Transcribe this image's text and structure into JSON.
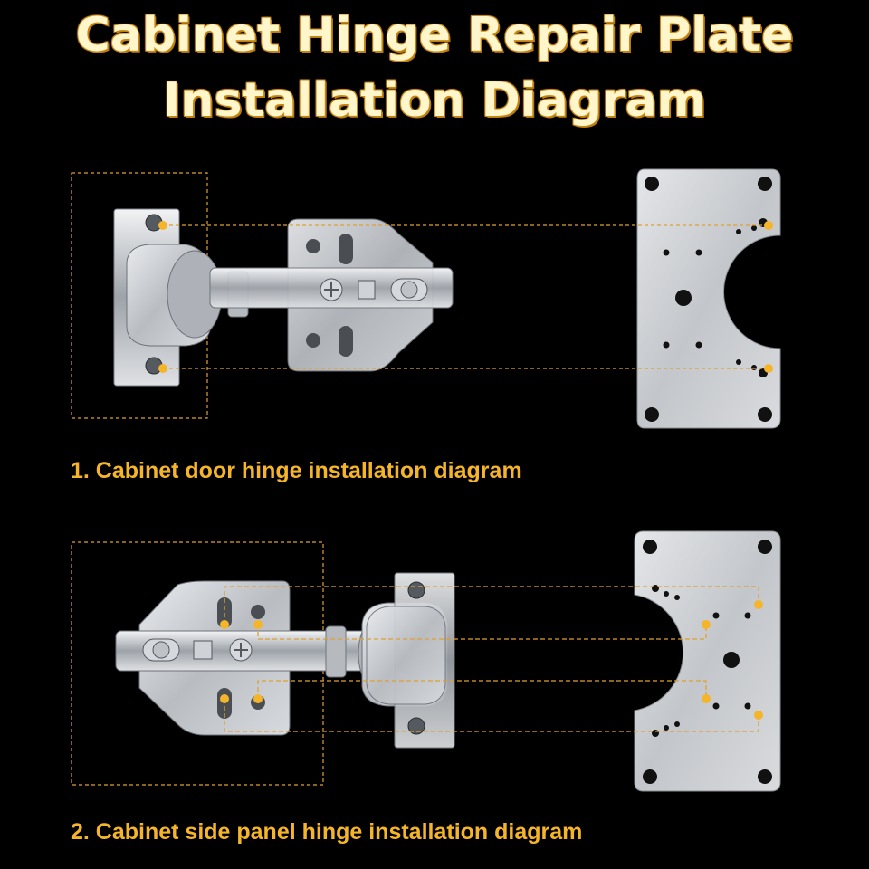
{
  "title": {
    "line1": "Cabinet Hinge Repair Plate",
    "line2": "Installation Diagram"
  },
  "diagrams": [
    {
      "caption": "1. Cabinet door hinge installation diagram"
    },
    {
      "caption": "2. Cabinet side panel hinge installation diagram"
    }
  ],
  "colors": {
    "background": "#000000",
    "accent": "#f5b52a",
    "title_text": "#fff6cc",
    "metal": "#c9ccd0"
  }
}
